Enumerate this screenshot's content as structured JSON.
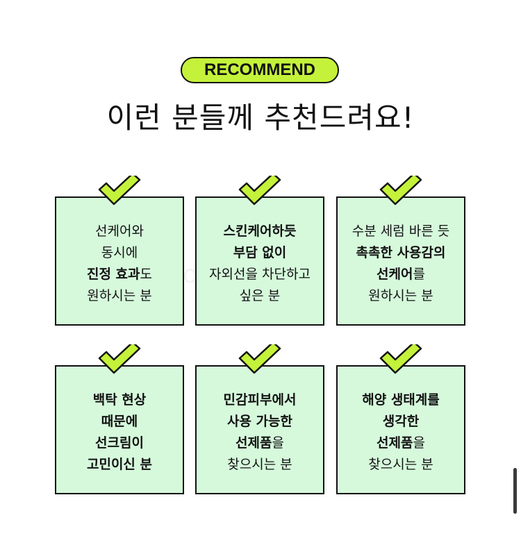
{
  "badge": "RECOMMEND",
  "title": "이런 분들께 추천드려요!",
  "watermark": "doo    ygaro",
  "accent_color": "#c4f23a",
  "card_color": "#d6f9dc",
  "cards": [
    {
      "lines": [
        [
          {
            "t": "선케어와",
            "b": false
          }
        ],
        [
          {
            "t": "동시에",
            "b": false
          }
        ],
        [
          {
            "t": "진정 효과",
            "b": true
          },
          {
            "t": "도",
            "b": false
          }
        ],
        [
          {
            "t": "원하시는 분",
            "b": false
          }
        ]
      ]
    },
    {
      "lines": [
        [
          {
            "t": "스킨케어하듯",
            "b": true
          }
        ],
        [
          {
            "t": "부담 없이",
            "b": true
          }
        ],
        [
          {
            "t": "자외선을 차단하고",
            "b": false
          }
        ],
        [
          {
            "t": "싶은 분",
            "b": false
          }
        ]
      ]
    },
    {
      "lines": [
        [
          {
            "t": "수분 세럼 바른 듯",
            "b": false
          }
        ],
        [
          {
            "t": "촉촉한 사용감의",
            "b": true
          }
        ],
        [
          {
            "t": "선케어",
            "b": true
          },
          {
            "t": "를",
            "b": false
          }
        ],
        [
          {
            "t": "원하시는 분",
            "b": false
          }
        ]
      ]
    },
    {
      "lines": [
        [
          {
            "t": "백탁 현상",
            "b": true
          }
        ],
        [
          {
            "t": "때문에",
            "b": true
          }
        ],
        [
          {
            "t": "선크림이",
            "b": true
          }
        ],
        [
          {
            "t": "고민이신 분",
            "b": true
          }
        ]
      ]
    },
    {
      "lines": [
        [
          {
            "t": "민감피부에서",
            "b": true
          }
        ],
        [
          {
            "t": "사용 가능한",
            "b": true
          }
        ],
        [
          {
            "t": "선제품",
            "b": true
          },
          {
            "t": "을",
            "b": false
          }
        ],
        [
          {
            "t": "찾으시는 분",
            "b": false
          }
        ]
      ]
    },
    {
      "lines": [
        [
          {
            "t": "해양 생태계를",
            "b": true
          }
        ],
        [
          {
            "t": "생각한",
            "b": true
          }
        ],
        [
          {
            "t": "선제품",
            "b": true
          },
          {
            "t": "을",
            "b": false
          }
        ],
        [
          {
            "t": "찾으시는 분",
            "b": false
          }
        ]
      ]
    }
  ]
}
